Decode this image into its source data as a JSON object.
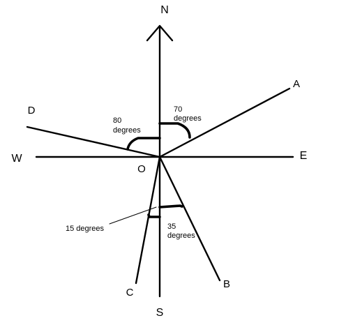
{
  "compass": {
    "north": "N",
    "south": "S",
    "east": "E",
    "west": "W"
  },
  "origin": {
    "label": "O"
  },
  "rays": {
    "a": {
      "label": "A"
    },
    "b": {
      "label": "B"
    },
    "c": {
      "label": "C"
    },
    "d": {
      "label": "D"
    }
  },
  "angles": {
    "north_a": {
      "value": "70",
      "unit": "degrees"
    },
    "north_d": {
      "value": "80",
      "unit": "degrees"
    },
    "south_b": {
      "value": "35",
      "unit": "degrees"
    },
    "south_c": {
      "value": "15 degrees"
    }
  }
}
